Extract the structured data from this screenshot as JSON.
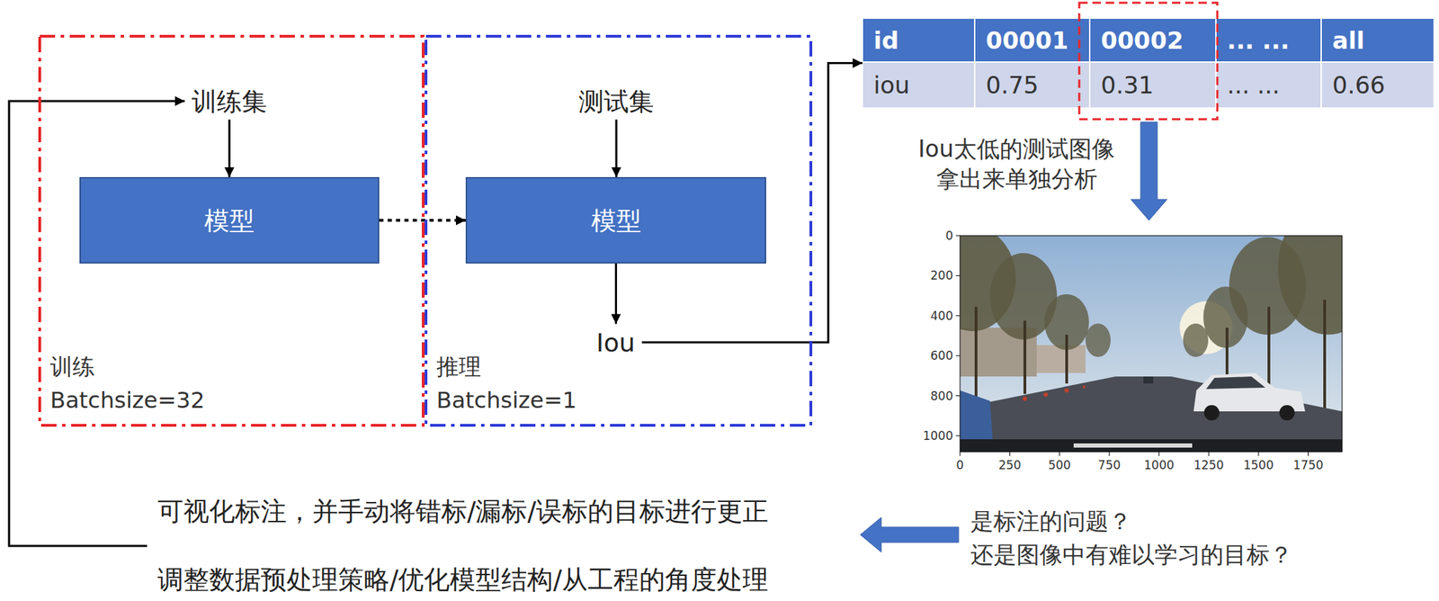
{
  "diagram": {
    "nodes": [
      {
        "text": [
          "训练",
          "Batchsize=32"
        ]
      },
      {
        "text": [
          "训练集"
        ],
        "in": 0
      },
      {
        "text": [
          "模型"
        ],
        "in": 0
      },
      {
        "text": [
          "推理",
          "Batchsize=1"
        ]
      },
      {
        "text": [
          "测试集"
        ],
        "in": 3
      },
      {
        "text": [
          "模型"
        ],
        "in": 3
      },
      {
        "text": [
          "Iou"
        ],
        "in": 3
      },
      {
        "text": [
          "id",
          "00001",
          "00002",
          "... ...",
          "all",
          "iou",
          "0.75",
          "0.31",
          "... ...",
          "0.66"
        ]
      },
      {
        "text": [
          "可视化标注，并手动将错标/漏标/误标的目标进行更正",
          "调整数据预处理策略/优化模型结构/从工程的角度处理"
        ]
      }
    ],
    "edges": [
      {
        "from": 1,
        "to": 2,
        "arrow": "to"
      },
      {
        "from": 2,
        "to": 5,
        "arrow": "to"
      },
      {
        "from": 4,
        "to": 5,
        "arrow": "to"
      },
      {
        "from": 5,
        "to": 6,
        "arrow": "to"
      },
      {
        "from": 6,
        "to": 7,
        "arrow": "to"
      },
      {
        "from": 8,
        "to": 1,
        "arrow": "to"
      }
    ],
    "labels": [
      "Iou太低的测试图像 拿出来单独分析",
      "0",
      "200",
      "400",
      "600",
      "800",
      "1000",
      "0",
      "250",
      "500",
      "750",
      "1000",
      "1250",
      "1500",
      "1750",
      "是标注的问题？ 还是图像中有难以学习的目标？"
    ]
  }
}
